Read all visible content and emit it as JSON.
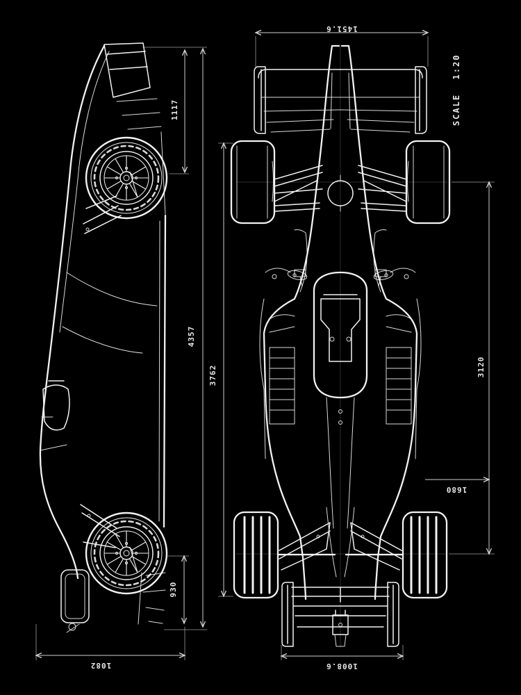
{
  "scale": {
    "label": "SCALE",
    "value": "1:20"
  },
  "dimensions": {
    "front_wing_width": "1451.6",
    "rear_wing_width": "1008.6",
    "overall_length": "4357",
    "mid_length": "3762",
    "wheelbase": "3120",
    "rear_detail": "1680",
    "side_rear_wing_height": "1117",
    "front_axle_height": "930",
    "front_overhang": "1082"
  },
  "colors": {
    "background": "#000000",
    "linework": "#f2f2f2",
    "dimension_lines": "#cfcfcf"
  }
}
